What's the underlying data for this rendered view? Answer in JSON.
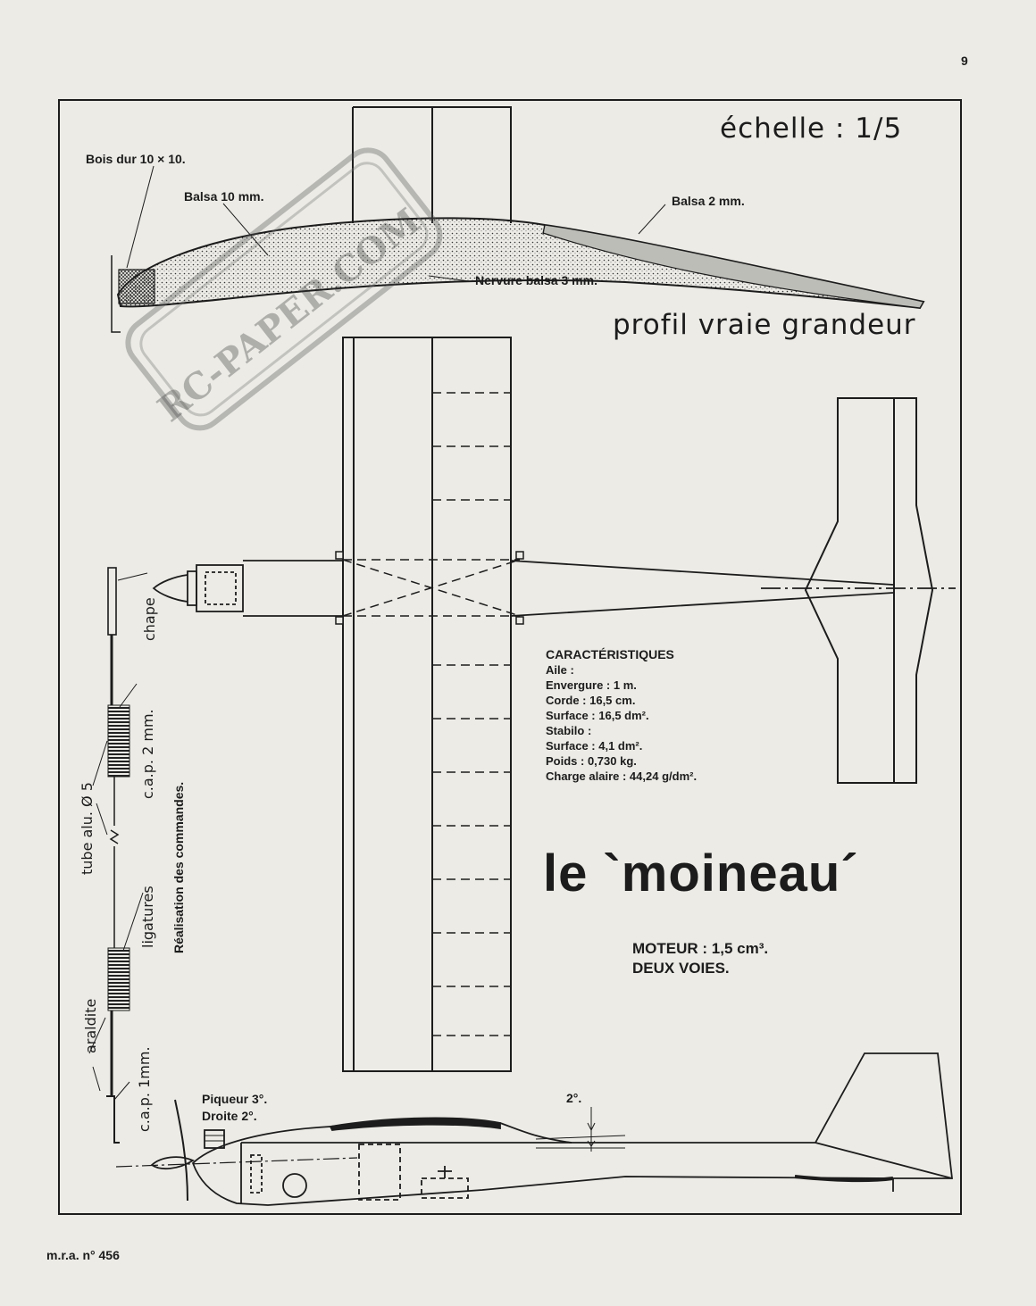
{
  "page": {
    "number": "9",
    "footer": "m.r.a. n° 456"
  },
  "header": {
    "scale": "échelle : 1/5"
  },
  "profile": {
    "label": "profil vraie grandeur",
    "callouts": {
      "hardwood": "Bois dur 10 × 10.",
      "balsa10": "Balsa 10 mm.",
      "balsa2": "Balsa 2 mm.",
      "rib": "Nervure balsa 3 mm."
    }
  },
  "specs": {
    "heading": "CARACTÉRISTIQUES",
    "lines": [
      "Aile :",
      "Envergure : 1 m.",
      "Corde : 16,5 cm.",
      "Surface : 16,5 dm².",
      "Stabilo :",
      "Surface : 4,1 dm².",
      "Poids : 0,730 kg.",
      "Charge alaire : 44,24 g/dm²."
    ]
  },
  "title": {
    "text": "le `moineau´"
  },
  "motor": {
    "line1": "MOTEUR : 1,5 cm³.",
    "line2": "DEUX VOIES."
  },
  "controls": {
    "title": "Réalisation des commandes.",
    "labels": {
      "chape": "chape",
      "cap2": "c.a.p. 2 mm.",
      "tube": "tube alu. Ø 5",
      "ligatures": "ligatures",
      "araldite": "araldite",
      "cap1": "c.a.p. 1mm."
    }
  },
  "side_view": {
    "thrust_line1": "Piqueur 3°.",
    "thrust_line2": "Droite 2°.",
    "angle": "2°."
  },
  "watermark": {
    "text": "RC-PAPER.COM"
  }
}
